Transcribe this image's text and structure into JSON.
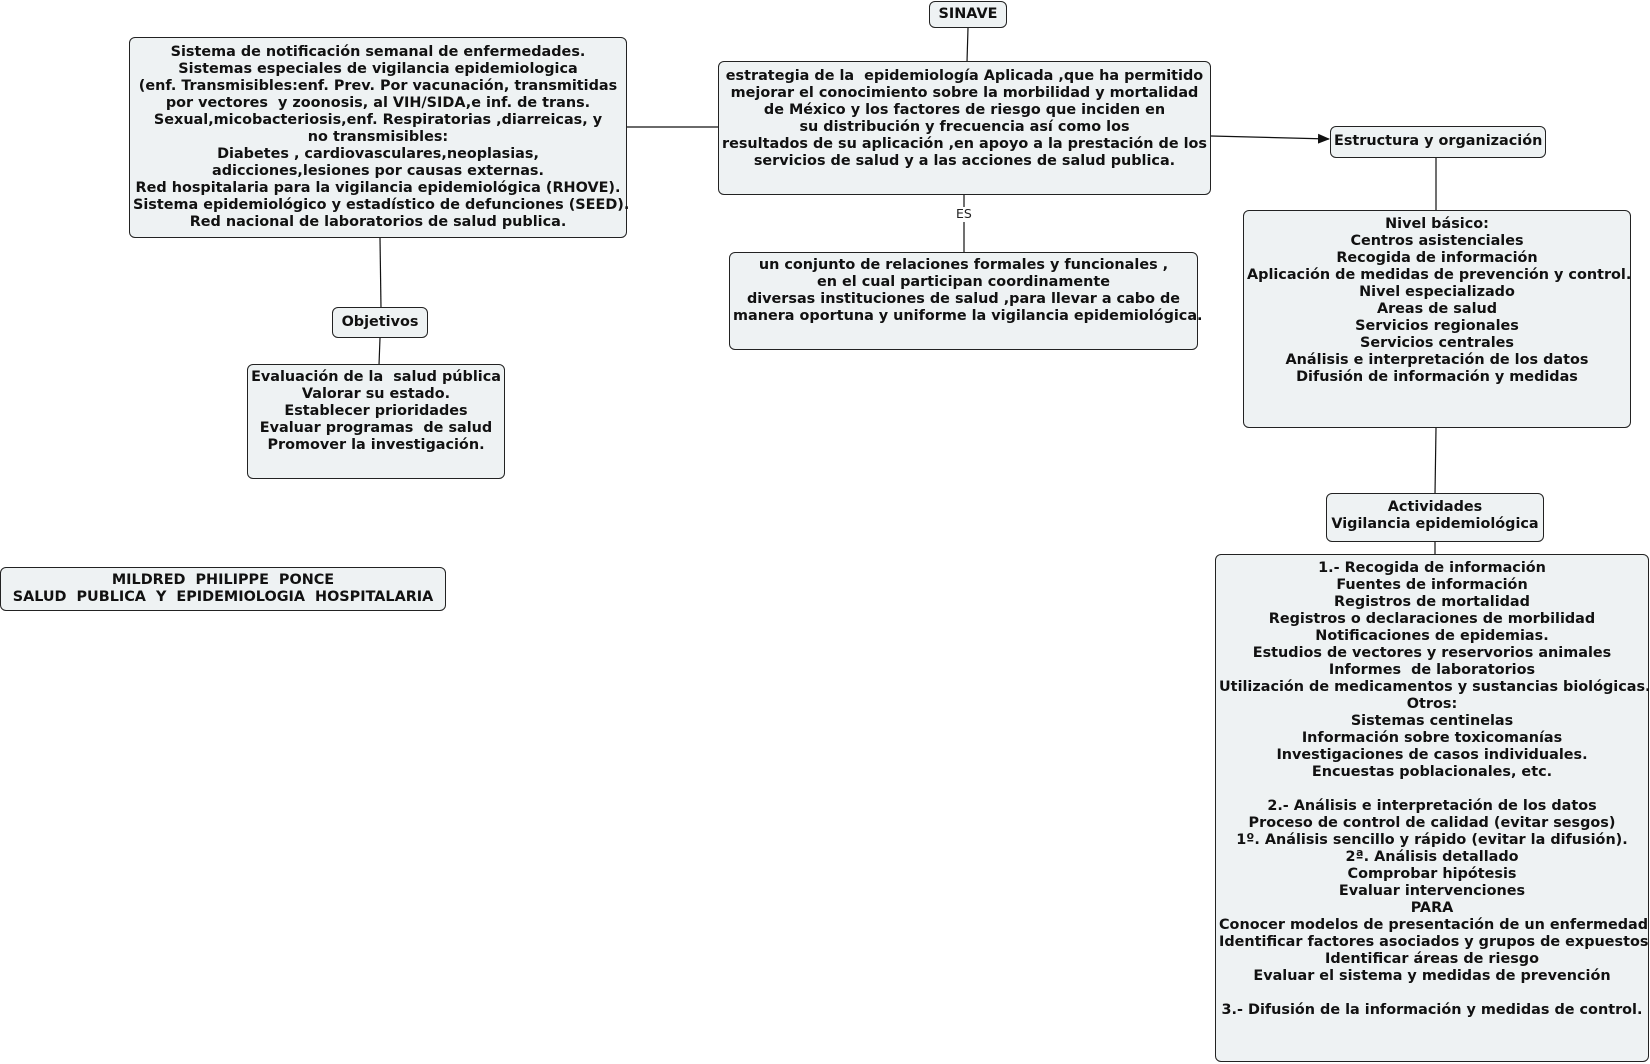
{
  "nodes": {
    "sinave": {
      "lines": [
        "SINAVE"
      ]
    },
    "strategy": {
      "lines": [
        "estrategia de la  epidemiología Aplicada ,que ha permitido",
        "mejorar el conocimiento sobre la morbilidad y mortalidad",
        "de México y los factores de riesgo que inciden en",
        "su distribución y frecuencia así como los",
        "resultados de su aplicación ,en apoyo a la prestación de los",
        "servicios de salud y a las acciones de salud publica."
      ]
    },
    "systems": {
      "lines": [
        "Sistema de notificación semanal de enfermedades.",
        "Sistemas especiales de vigilancia epidemiologica",
        "(enf. Transmisibles:enf. Prev. Por vacunación, transmitidas",
        "por vectores  y zoonosis, al VIH/SIDA,e inf. de trans.",
        "Sexual,micobacteriosis,enf. Respiratorias ,diarreicas, y",
        "no transmisibles:",
        "Diabetes , cardiovasculares,neoplasias,",
        "adicciones,lesiones por causas externas.",
        "Red hospitalaria para la vigilancia epidemiológica (RHOVE).",
        "Sistema epidemiológico y estadístico de defunciones (SEED).",
        "Red nacional de laboratorios de salud publica."
      ]
    },
    "objetivos": {
      "lines": [
        "Objetivos"
      ]
    },
    "objetivos_list": {
      "lines": [
        "Evaluación de la  salud pública",
        "Valorar su estado.",
        "Establecer prioridades",
        "Evaluar programas  de salud",
        "Promover la investigación."
      ]
    },
    "definition": {
      "lines": [
        "un conjunto de relaciones formales y funcionales ,",
        "en el cual participan coordinamente",
        "diversas instituciones de salud ,para llevar a cabo de",
        "manera oportuna y uniforme la vigilancia epidemiológica."
      ]
    },
    "estructura": {
      "lines": [
        "Estructura y organización"
      ]
    },
    "niveles": {
      "lines": [
        "Nivel básico:",
        "Centros asistenciales",
        "Recogida de información",
        "Aplicación de medidas de prevención y control.",
        "Nivel especializado",
        "Areas de salud",
        "Servicios regionales",
        "Servicios centrales",
        "Análisis e interpretación de los datos",
        "Difusión de información y medidas"
      ]
    },
    "actividades": {
      "lines": [
        "Actividades",
        "Vigilancia epidemiológica"
      ]
    },
    "actividades_list": {
      "lines": [
        "1.- Recogida de información",
        "Fuentes de información",
        "Registros de mortalidad",
        "Registros o declaraciones de morbilidad",
        "Notificaciones de epidemias.",
        "Estudios de vectores y reservorios animales",
        "Informes  de laboratorios",
        "Utilización de medicamentos y sustancias biológicas.",
        "Otros:",
        "Sistemas centinelas",
        "Información sobre toxicomanías",
        "Investigaciones de casos individuales.",
        "Encuestas poblacionales, etc.",
        "",
        "2.- Análisis e interpretación de los datos",
        "Proceso de control de calidad (evitar sesgos)",
        "1º. Análisis sencillo y rápido (evitar la difusión).",
        "2ª. Análisis detallado",
        "Comprobar hipótesis",
        "Evaluar intervenciones",
        "PARA",
        "Conocer modelos de presentación de un enfermedad",
        "Identificar factores asociados y grupos de expuestos",
        "Identificar áreas de riesgo",
        "Evaluar el sistema y medidas de prevención",
        "",
        "3.- Difusión de la información y medidas de control."
      ]
    },
    "author": {
      "lines": [
        "MILDRED  PHILIPPE  PONCE",
        "SALUD  PUBLICA  Y  EPIDEMIOLOGIA  HOSPITALARIA"
      ]
    }
  },
  "link_labels": {
    "es": "ES"
  }
}
